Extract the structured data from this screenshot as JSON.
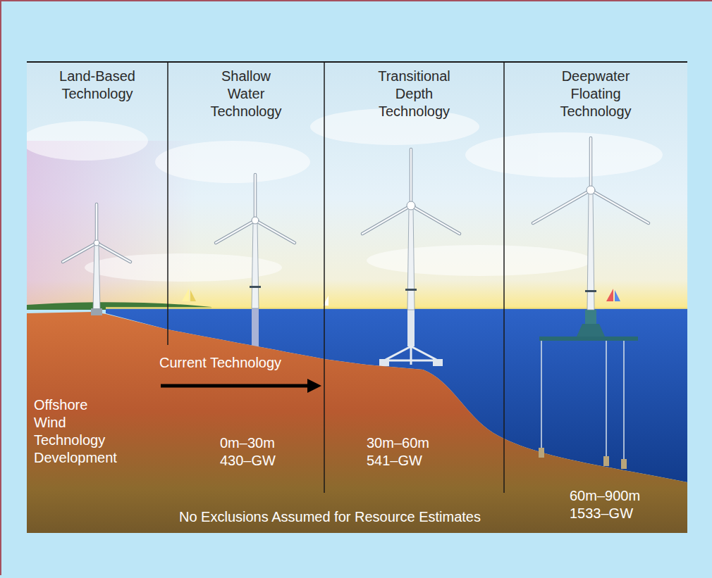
{
  "diagram": {
    "nodes": [
      {
        "text": [
          "Land-Based Technology"
        ]
      },
      {
        "text": [
          "Shallow Water Technology"
        ]
      },
      {
        "text": [
          "Transitional Depth Technology"
        ]
      },
      {
        "text": [
          "Deepwater Floating Technology"
        ]
      }
    ],
    "labels": [
      "Offshore Wind Technology Development",
      "Current Technology",
      "0m–30m 430–GW",
      "30m–60m 541–GW",
      "60m–900m 1533–GW",
      "No Exclusions Assumed for Resource Estimates"
    ]
  }
}
